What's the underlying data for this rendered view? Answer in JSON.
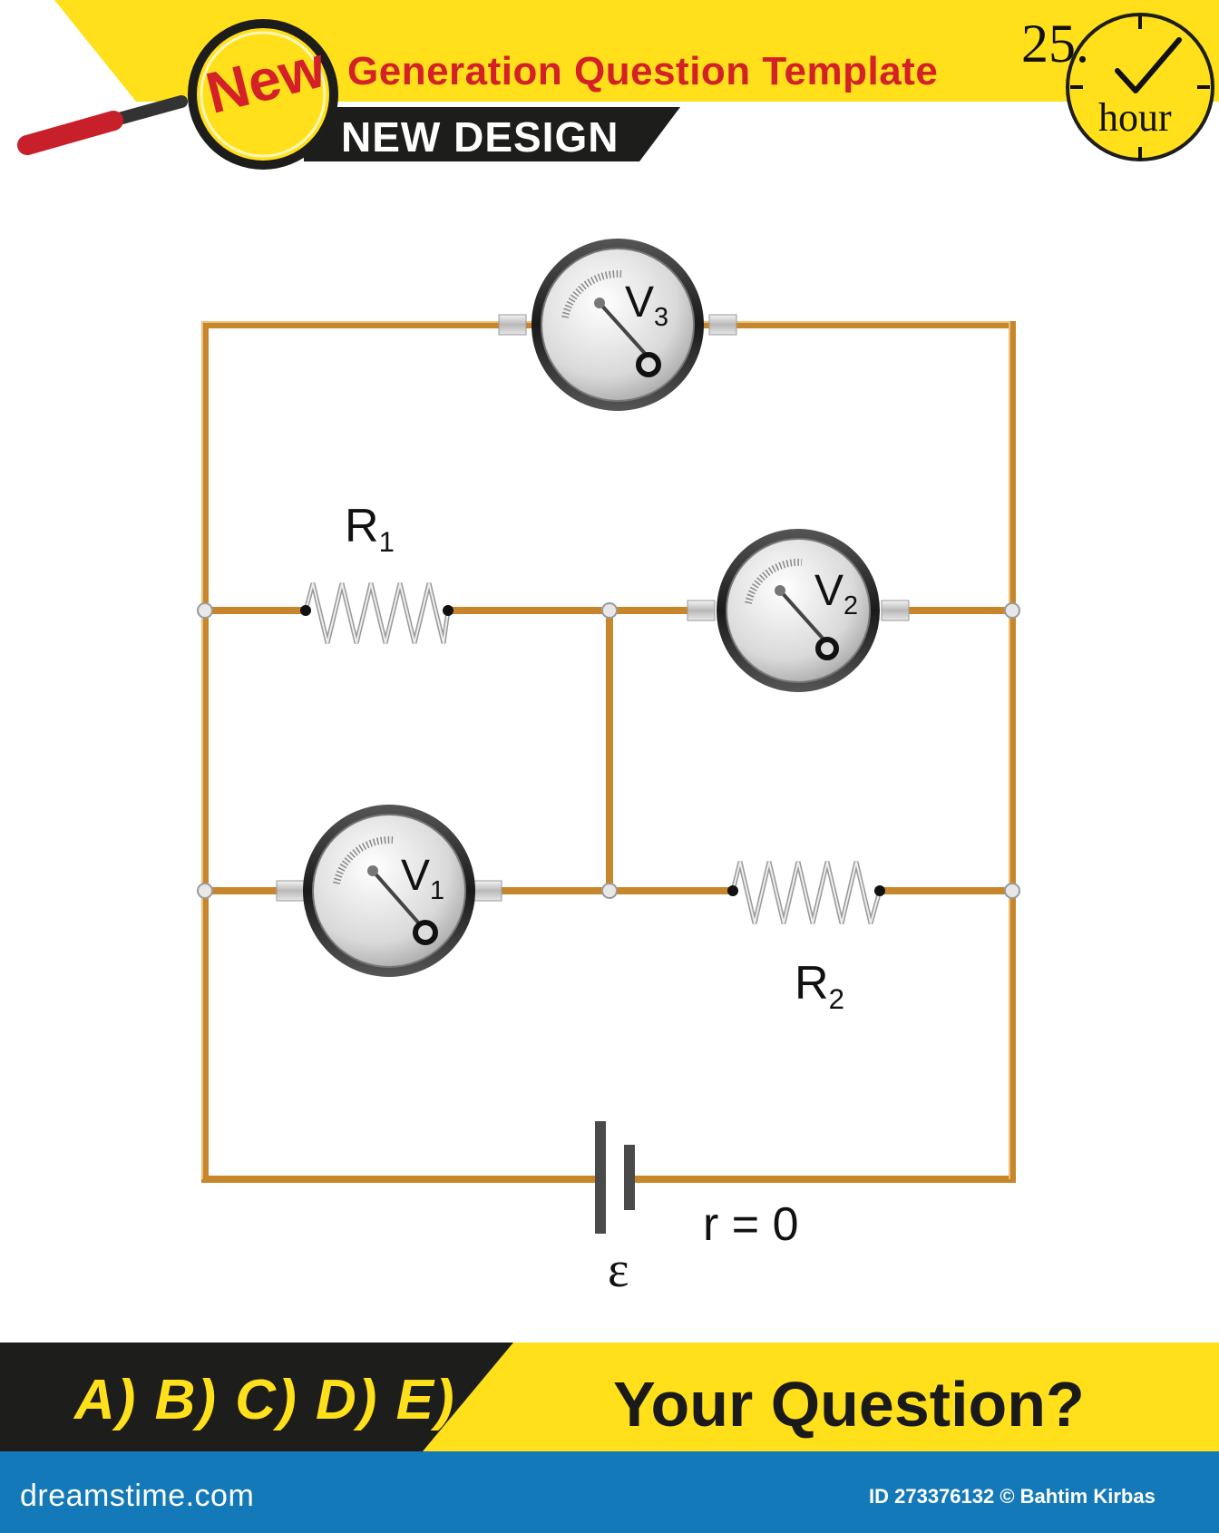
{
  "header": {
    "badge": "New",
    "title": "Generation Question Template",
    "subtitle": "NEW DESIGN",
    "timer_number": "25.",
    "timer_unit": "hour"
  },
  "circuit": {
    "voltmeters": [
      {
        "id": "V3",
        "symbol": "V",
        "index": "3"
      },
      {
        "id": "V2",
        "symbol": "V",
        "index": "2"
      },
      {
        "id": "V1",
        "symbol": "V",
        "index": "1"
      }
    ],
    "resistors": [
      {
        "id": "R1",
        "symbol": "R",
        "index": "1"
      },
      {
        "id": "R2",
        "symbol": "R",
        "index": "2"
      }
    ],
    "internal_resistance": "r = 0",
    "emf_symbol": "ε"
  },
  "answer_bar": {
    "options": "A) B) C) D) E)",
    "question": "Your Question?"
  },
  "footer": {
    "logo": "dreamstime.com",
    "credit": "ID 273376132 © Bahtim Kirbas"
  },
  "colors": {
    "yellow": "#ffe01b",
    "red": "#d42027",
    "wire": "#c8862c",
    "footer_blue": "#1479b8",
    "dark": "#1d1d1b"
  }
}
